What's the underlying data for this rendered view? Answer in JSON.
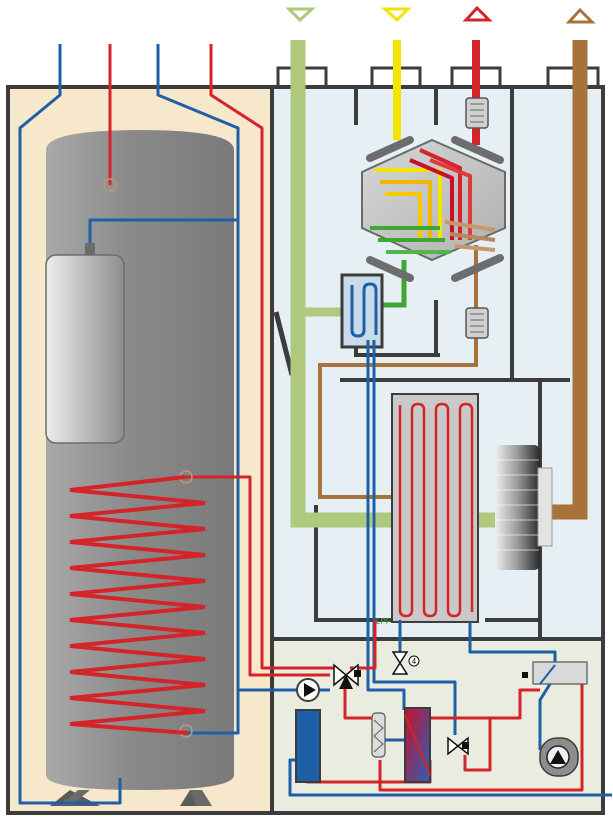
{
  "labels": {
    "pressure_sensor": "LPF",
    "valve_index": "4"
  },
  "colors": {
    "supply_air": "#aec97d",
    "extract_air": "#f2e600",
    "outdoor_air": "#d5232a",
    "exhaust_air": "#a8733a",
    "cold_water": "#1e5fa8",
    "hot_water": "#d5232a",
    "tank": "#8e8e8e",
    "cabinet_bg": "#e5eff4",
    "tank_bg": "#f7e7cb",
    "lower_bg": "#e9ecde",
    "frame": "#3c3c3c"
  },
  "icons": {
    "top_arrows": [
      "down-triangle-green",
      "down-triangle-yellow",
      "up-triangle-red",
      "up-triangle-brown"
    ],
    "components": [
      "heat-exchanger",
      "condenser-coil",
      "fan",
      "compressor",
      "circulation-pump",
      "expansion-valve",
      "three-way-valve",
      "plate-heat-exchanger",
      "filter-drier"
    ]
  }
}
